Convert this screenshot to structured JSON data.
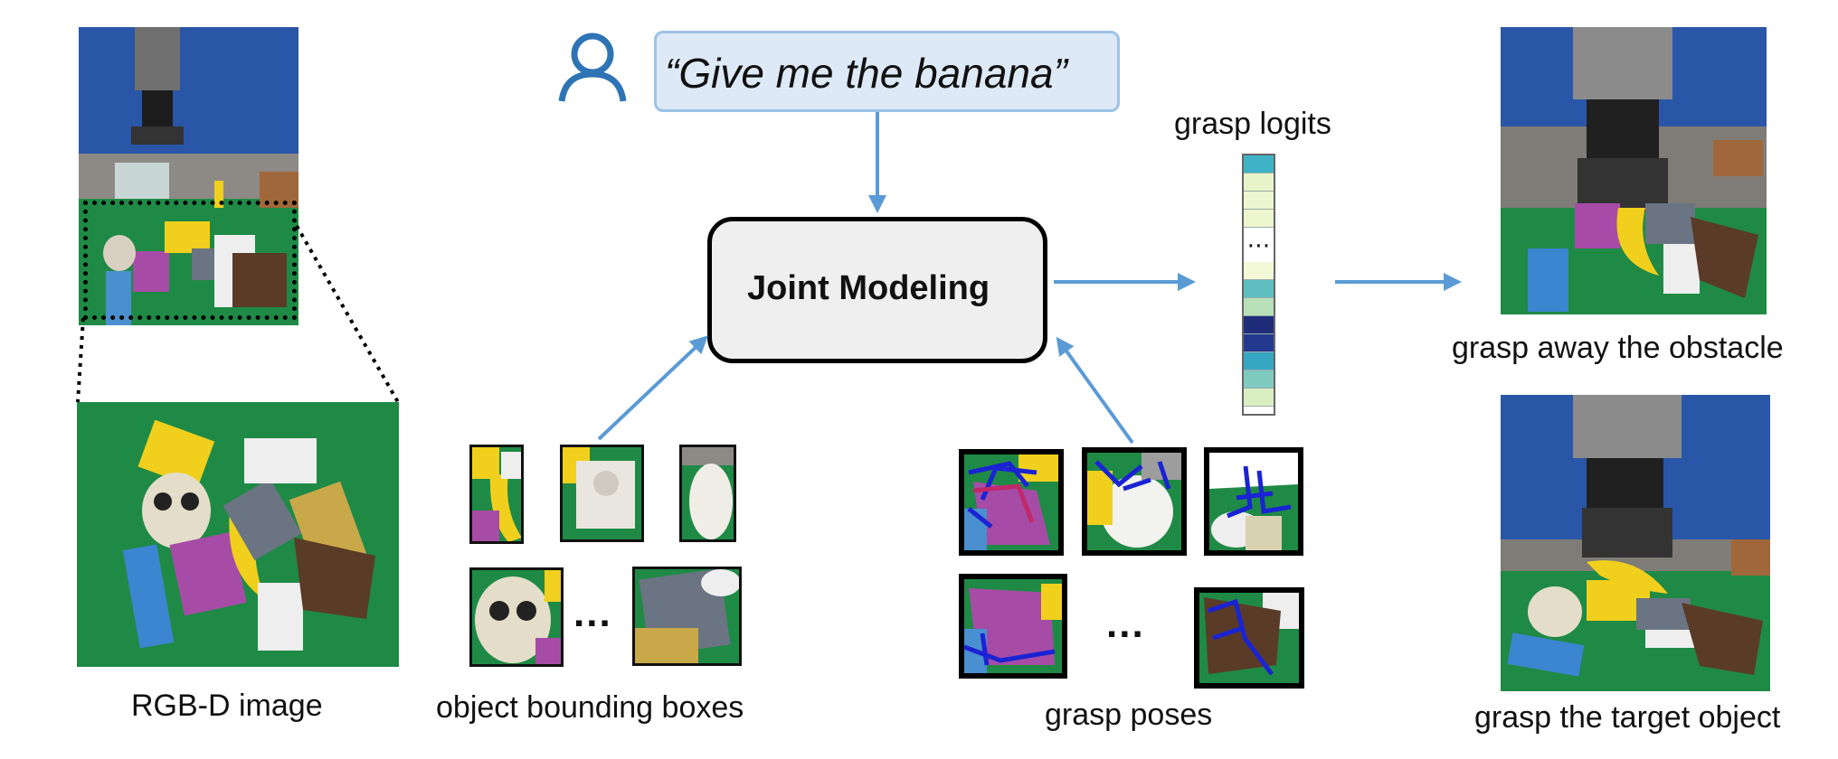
{
  "instruction": {
    "text": "“Give me the banana”",
    "speaker_icon": "user-icon"
  },
  "joint_modeling": {
    "label": "Joint Modeling"
  },
  "logits": {
    "label": "grasp logits",
    "ellipsis": "⋯",
    "cells_top": [
      "#3fb3c6",
      "#e7f4c9",
      "#eef6cf",
      "#edf5cd"
    ],
    "cells_bottom": [
      "#f3f8d6",
      "#5fbfc0",
      "#b8e0b8",
      "#1e2c7a",
      "#23398f",
      "#36a7c2",
      "#7fcbc0",
      "#d9efc1"
    ]
  },
  "labels": {
    "rgbd": "RGB-D image",
    "bbox": "object bounding boxes",
    "grasp_poses": "grasp poses",
    "grasp_away": "grasp away the obstacle",
    "grasp_target": "grasp the target object"
  },
  "ellipses": {
    "bbox": "...",
    "grasp": "..."
  },
  "colors": {
    "arrow": "#5b9bd5",
    "instruction_fill": "#dde9f7",
    "instruction_border": "#9dc3e6",
    "box_fill": "#efefef",
    "table_green": "#1f8a45",
    "wall_blue": "#2a56a8",
    "purple": "#a64ca6",
    "banana": "#f1cf1d",
    "grasp_blue": "#1a23d4"
  }
}
